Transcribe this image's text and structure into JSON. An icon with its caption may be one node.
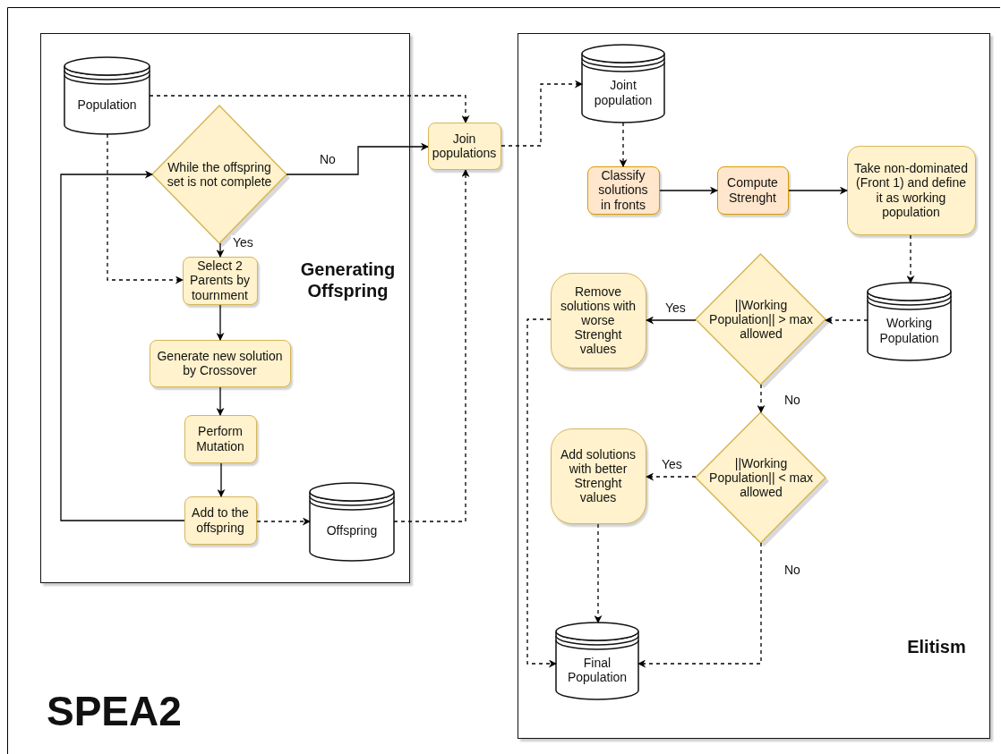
{
  "diagram": {
    "title": "SPEA2",
    "nodes": [
      {
        "text": [
          "Generating Offspring"
        ]
      },
      {
        "text": [
          "Population"
        ],
        "in": 0
      },
      {
        "text": [
          "While the offspring set is not complete"
        ],
        "in": 0
      },
      {
        "text": [
          "Select 2 Parents by tournment"
        ],
        "in": 0
      },
      {
        "text": [
          "Generate new solution by Crossover"
        ],
        "in": 0
      },
      {
        "text": [
          "Perform Mutation"
        ],
        "in": 0
      },
      {
        "text": [
          "Add to the offspring"
        ],
        "in": 0
      },
      {
        "text": [
          "Offspring"
        ],
        "in": 0
      },
      {
        "text": [
          "Join populations"
        ]
      },
      {
        "text": [
          "Elitism"
        ]
      },
      {
        "text": [
          "Joint population"
        ],
        "in": 9
      },
      {
        "text": [
          "Classify solutions in fronts"
        ],
        "in": 9
      },
      {
        "text": [
          "Compute Strenght"
        ],
        "in": 9
      },
      {
        "text": [
          "Take non-dominated (Front 1) and define it as working population"
        ],
        "in": 9
      },
      {
        "text": [
          "Working Population"
        ],
        "in": 9
      },
      {
        "text": [
          "||Working Population|| > max allowed"
        ],
        "in": 9
      },
      {
        "text": [
          "Remove solutions with worse Strenght values"
        ],
        "in": 9
      },
      {
        "text": [
          "||Working Population|| < max allowed"
        ],
        "in": 9
      },
      {
        "text": [
          "Add solutions with better Strenght values"
        ],
        "in": 9
      },
      {
        "text": [
          "Final Population"
        ],
        "in": 9
      }
    ],
    "edges": [
      {
        "from": 1,
        "to": 8,
        "arrow": "to",
        "style": "dashed"
      },
      {
        "from": 1,
        "to": 3,
        "arrow": "to",
        "style": "dashed"
      },
      {
        "from": 2,
        "to": 8,
        "arrow": "to",
        "label": "No"
      },
      {
        "from": 2,
        "to": 3,
        "arrow": "to",
        "label": "Yes"
      },
      {
        "from": 3,
        "to": 4,
        "arrow": "to"
      },
      {
        "from": 4,
        "to": 5,
        "arrow": "to"
      },
      {
        "from": 5,
        "to": 6,
        "arrow": "to"
      },
      {
        "from": 6,
        "to": 2,
        "arrow": "to"
      },
      {
        "from": 6,
        "to": 7,
        "arrow": "to",
        "style": "dashed"
      },
      {
        "from": 7,
        "to": 8,
        "arrow": "to",
        "style": "dashed"
      },
      {
        "from": 8,
        "to": 10,
        "arrow": "to",
        "style": "dashed"
      },
      {
        "from": 10,
        "to": 11,
        "arrow": "to",
        "style": "dashed"
      },
      {
        "from": 11,
        "to": 12,
        "arrow": "to"
      },
      {
        "from": 12,
        "to": 13,
        "arrow": "to"
      },
      {
        "from": 13,
        "to": 14,
        "arrow": "to",
        "style": "dashed"
      },
      {
        "from": 14,
        "to": 15,
        "arrow": "to",
        "style": "dashed"
      },
      {
        "from": 15,
        "to": 16,
        "arrow": "to",
        "label": "Yes"
      },
      {
        "from": 15,
        "to": 17,
        "arrow": "to",
        "label": "No",
        "style": "dashed"
      },
      {
        "from": 17,
        "to": 18,
        "arrow": "to",
        "label": "Yes",
        "style": "dashed"
      },
      {
        "from": 17,
        "to": 19,
        "arrow": "to",
        "label": "No",
        "style": "dashed"
      },
      {
        "from": 18,
        "to": 19,
        "arrow": "to",
        "style": "dashed"
      },
      {
        "from": 16,
        "to": 19,
        "arrow": "to",
        "style": "dashed"
      }
    ]
  }
}
